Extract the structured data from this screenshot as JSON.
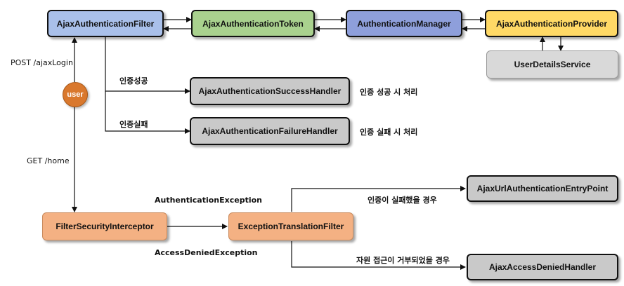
{
  "colors": {
    "blue": "#a9c0ea",
    "green": "#a9d18e",
    "indigo": "#8e9fdb",
    "yellow": "#ffd966",
    "gray": "#c9c9c9",
    "light_gray": "#d9d9d9",
    "orange": "#f4b183",
    "user": "#d9782d"
  },
  "nodes": {
    "ajax_filter": "AjaxAuthenticationFilter",
    "ajax_token": "AjaxAuthenticationToken",
    "auth_manager": "AuthenticationManager",
    "ajax_provider": "AjaxAuthenticationProvider",
    "user_details": "UserDetailsService",
    "success_handler": "AjaxAuthenticationSuccessHandler",
    "failure_handler": "AjaxAuthenticationFailureHandler",
    "filter_security": "FilterSecurityInterceptor",
    "exception_translation": "ExceptionTranslationFilter",
    "entry_point": "AjaxUrlAuthenticationEntryPoint",
    "access_denied": "AjaxAccessDeniedHandler",
    "user": "user"
  },
  "labels": {
    "post_login": "POST /ajaxLogin",
    "get_home": "GET /home",
    "auth_success": "인증성공",
    "auth_failure": "인증실패",
    "success_note": "인증 성공 시 처리",
    "failure_note": "인증 실패 시 처리",
    "authentication_exception": "AuthenticationException",
    "access_denied_exception": "AccessDeniedException",
    "auth_failed_case": "인증이 실패했을 경우",
    "access_denied_case": "자원 접근이 거부되었을 경우"
  }
}
